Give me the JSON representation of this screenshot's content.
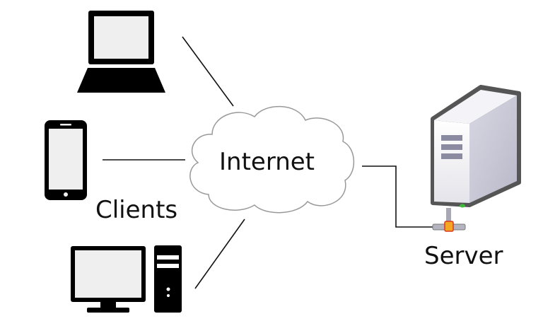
{
  "labels": {
    "internet": "Internet",
    "clients": "Clients",
    "server": "Server"
  },
  "icons": [
    "laptop-icon",
    "smartphone-icon",
    "desktop-computer-icon",
    "cloud-icon",
    "server-icon",
    "network-connector-icon"
  ],
  "colors": {
    "device_fill": "#000000",
    "screen_fill": "#efefef",
    "cloud_stroke": "#999999",
    "connector_accent": "#f5a623"
  }
}
